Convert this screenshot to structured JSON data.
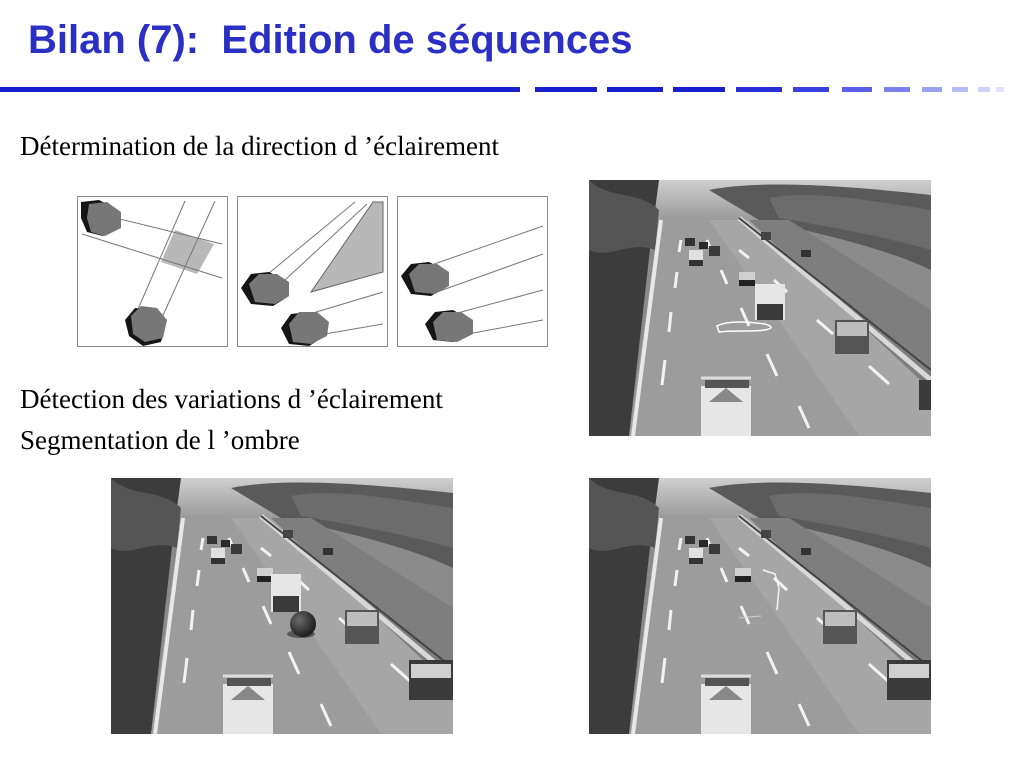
{
  "slide": {
    "title": "Bilan (7):  Edition de séquences",
    "lines": {
      "direction": "Détermination de la direction d ’éclairement",
      "detection": "Détection des variations d ’éclairement",
      "segmentation": "Segmentation de l ’ombre"
    },
    "colors": {
      "title": "#2b2fc4",
      "rule": "#1a1fd0"
    }
  }
}
